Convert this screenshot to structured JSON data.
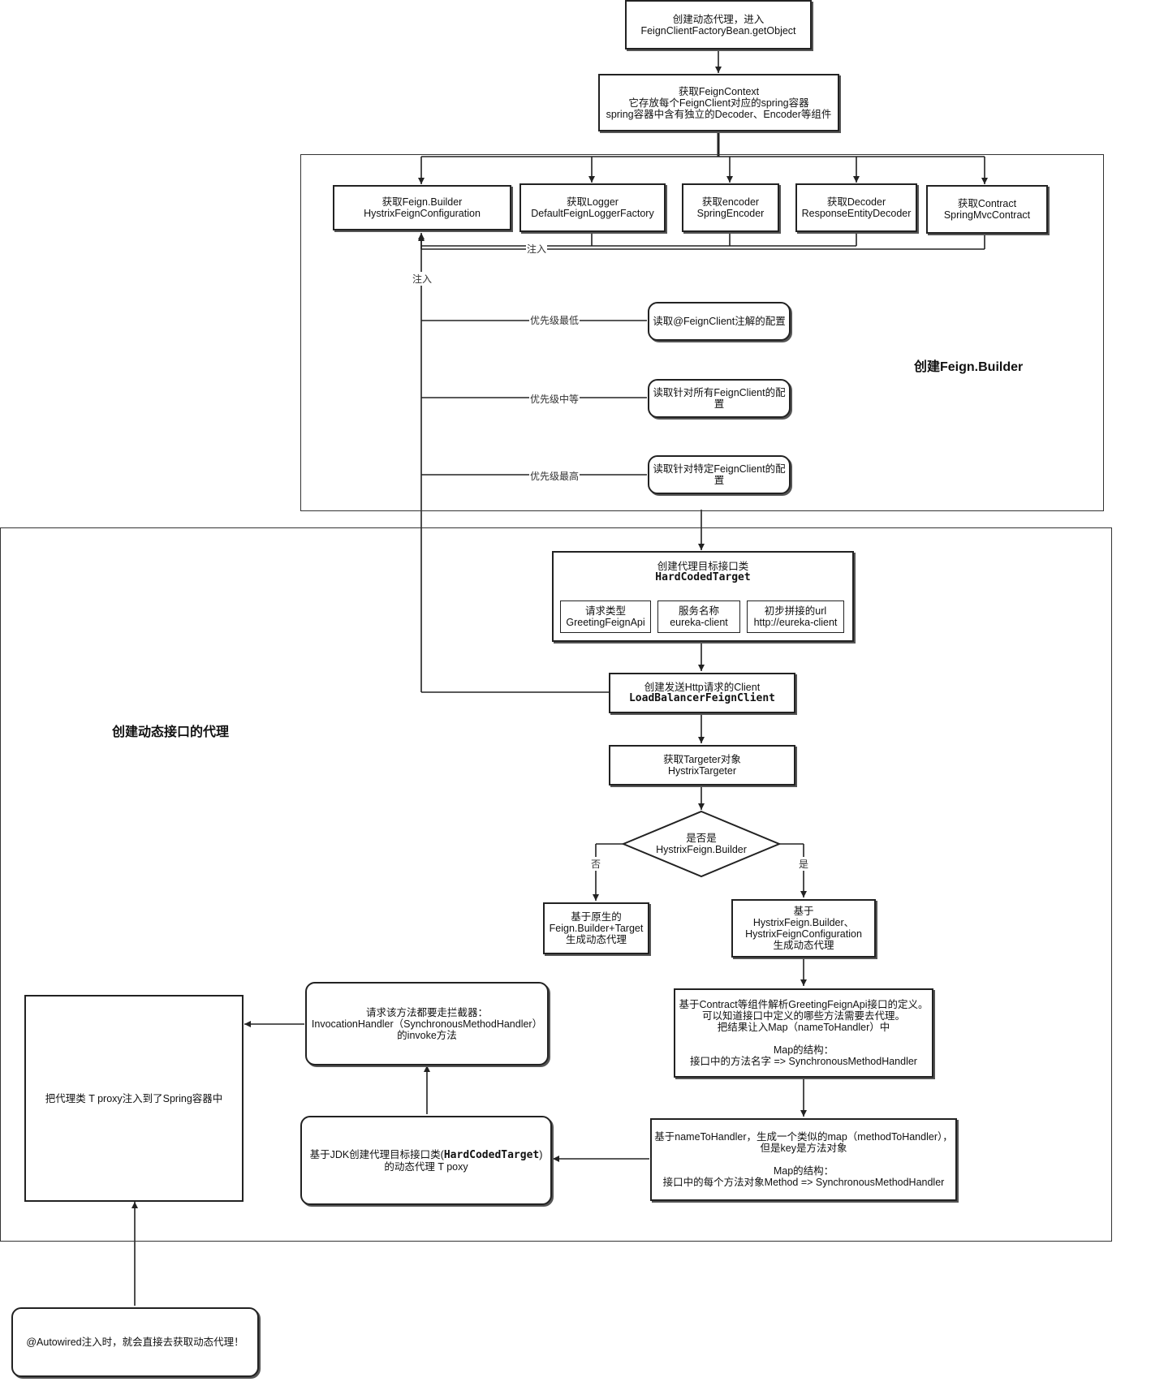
{
  "nodes": {
    "start": "创建动态代理，进入\nFeignClientFactoryBean.getObject",
    "context": "获取FeignContext\n它存放每个FeignClient对应的spring容器\nspring容器中含有独立的Decoder、Encoder等组件",
    "builder": "获取Feign.Builder\nHystrixFeignConfiguration",
    "logger": "获取Logger\nDefaultFeignLoggerFactory",
    "encoder": "获取encoder\nSpringEncoder",
    "decoder": "获取Decoder\nResponseEntityDecoder",
    "contract": "获取Contract\nSpringMvcContract",
    "read_annotation": "读取@FeignClient注解的配置",
    "read_all": "读取针对所有FeignClient的配\n置",
    "read_specific": "读取针对特定FeignClient的配\n置",
    "target_title": "创建代理目标接口类",
    "target_class": "HardCodedTarget",
    "req_type": "请求类型\nGreetingFeignApi",
    "service_name": "服务名称\neureka-client",
    "url": "初步拼接的url\nhttp://eureka-client",
    "client_title": "创建发送Http请求的Client",
    "client_class": "LoadBalancerFeignClient",
    "targeter": "获取Targeter对象\nHystrixTargeter",
    "decision": "是否是\nHystrixFeign.Builder",
    "native": "基于原生的\nFeign.Builder+Target\n生成动态代理",
    "hystrix": "基于\nHystrixFeign.Builder、\nHystrixFeignConfiguration\n生成动态代理",
    "contract_parse": "基于Contract等组件解析GreetingFeignApi接口的定义。\n可以知道接口中定义的哪些方法需要去代理。\n把结果让入Map（nameToHandler）中\n\nMap的结构：\n接口中的方法名字 => SynchronousMethodHandler",
    "method_map": "基于nameToHandler，生成一个类似的map（methodToHandler），\n但是key是方法对象\n\nMap的结构：\n接口中的每个方法对象Method => SynchronousMethodHandler",
    "jdk_proxy_pre": "基于JDK创建代理目标接口类(",
    "jdk_proxy_class": "HardCodedTarget",
    "jdk_proxy_post": ")\n的动态代理 T poxy",
    "invocation": "请求该方法都要走拦截器：\nInvocationHandler（SynchronousMethodHandler）\n的invoke方法",
    "spring_inject": "把代理类 T proxy注入到了Spring容器中",
    "autowired": "@Autowired注入时，就会直接去获取动态代理！"
  },
  "labels": {
    "inject_1": "注入",
    "inject_2": "注入",
    "priority_low": "优先级最低",
    "priority_mid": "优先级中等",
    "priority_high": "优先级最高",
    "no": "否",
    "yes": "是"
  },
  "frames": {
    "builder_frame_title": "创建Feign.Builder",
    "proxy_frame_title": "创建动态接口的代理"
  }
}
